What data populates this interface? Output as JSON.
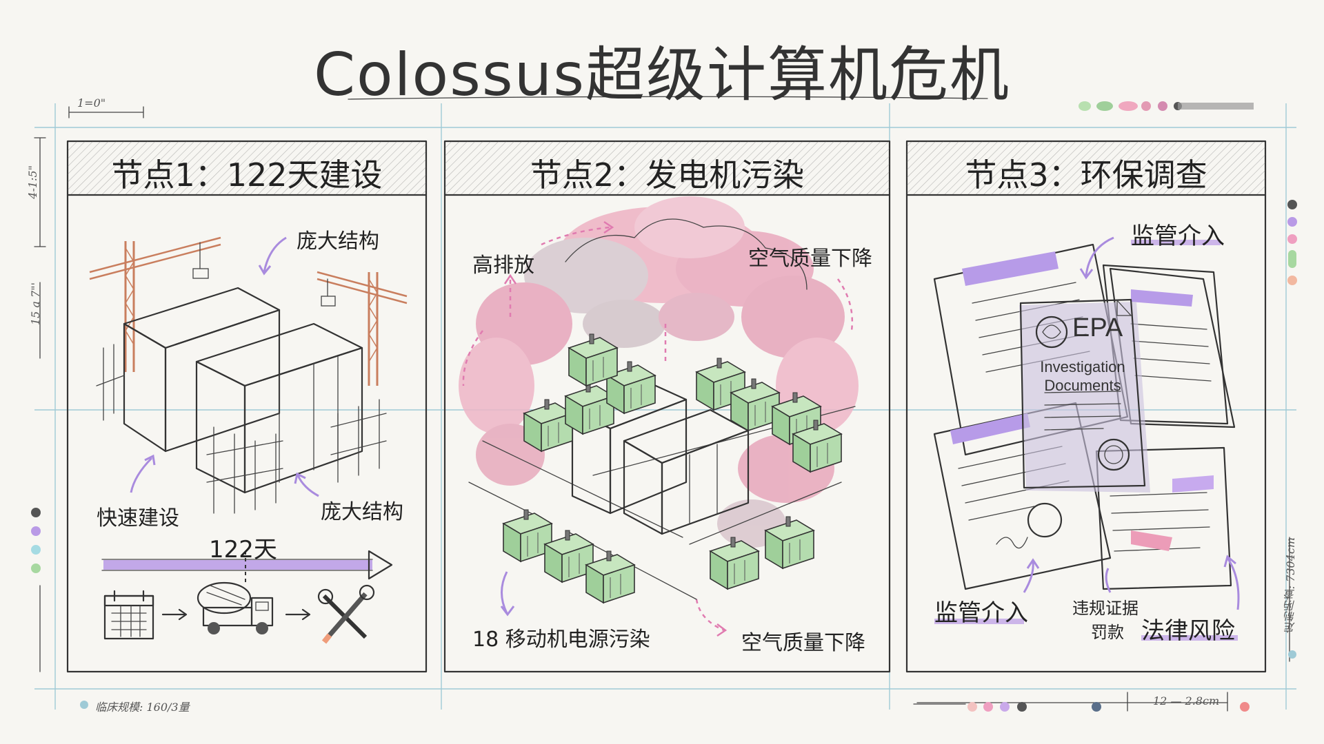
{
  "title": "Colossus超级计算机危机",
  "panels": [
    {
      "title": "节点1：122天建设",
      "labels": {
        "top_right": "庞大结构",
        "bottom_left": "快速建设",
        "bottom_right": "庞大结构"
      },
      "timeline": {
        "label": "122天",
        "steps": [
          "calendar-icon",
          "cement-truck-icon",
          "tools-icon"
        ]
      }
    },
    {
      "title": "节点2：发电机污染",
      "labels": {
        "top_left": "高排放",
        "top_right": "空气质量下降",
        "bottom_left": "18 移动机电源污染",
        "bottom_right": "空气质量下降"
      }
    },
    {
      "title": "节点3：环保调查",
      "labels": {
        "top_right": "监管介入",
        "bottom_left": "监管介入",
        "bottom_mid_1": "违规证据",
        "bottom_mid_2": "罚款",
        "bottom_right": "法律风险"
      },
      "document": {
        "logo": "EPA",
        "line1": "Investigation",
        "line2": "Documents"
      }
    }
  ],
  "margin_notes": {
    "scale_top": "1=0\"",
    "left_1": "4-1:5\"",
    "left_2": "15 a 7\"'",
    "right_vertical": "定制阴查: 7304cm",
    "bottom_left": "临床规模: 160/3量",
    "bottom_right": "12 — 2.8cm"
  },
  "colors": {
    "accent_purple": "#a98bde",
    "pink": "#e8a1b6",
    "green": "#9fcf9a",
    "guide_blue": "#9fcad6",
    "ink": "#333333",
    "peach": "#efb8a4"
  }
}
